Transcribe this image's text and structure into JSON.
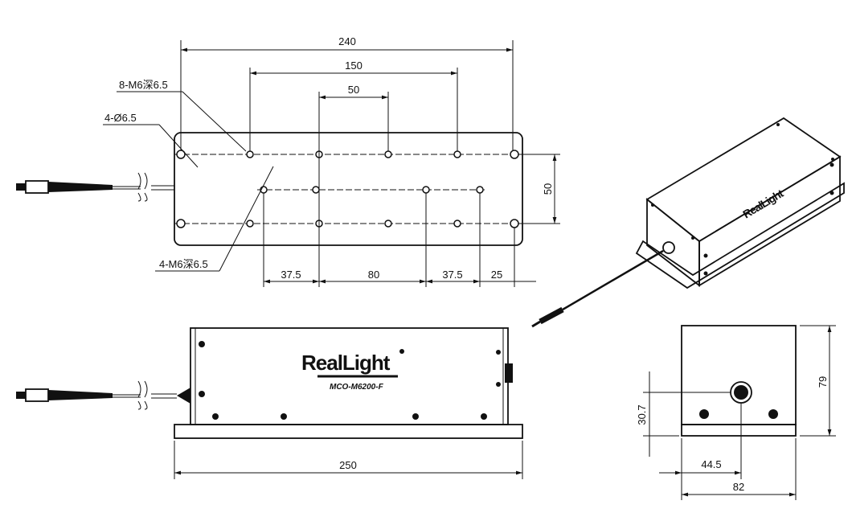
{
  "top_view": {
    "dim_overall_length": "240",
    "dim_outer_hole_span": "150",
    "dim_inner_hole_span": "50",
    "dim_row_spacing": "50",
    "dim_bottom": [
      "37.5",
      "80",
      "37.5",
      "25"
    ],
    "callout_top_threads": "8-M6深6.5",
    "callout_through_holes": "4-Ø6.5",
    "callout_bottom_threads": "4-M6深6.5"
  },
  "front_view": {
    "brand_logo": "RealLight",
    "model": "MCO-M6200-F",
    "dim_base_length": "250"
  },
  "end_view": {
    "dim_height": "79",
    "dim_port_height": "30.7",
    "dim_port_offset": "44.5",
    "dim_width": "82"
  },
  "iso_view": {
    "brand_logo": "RealLight"
  }
}
